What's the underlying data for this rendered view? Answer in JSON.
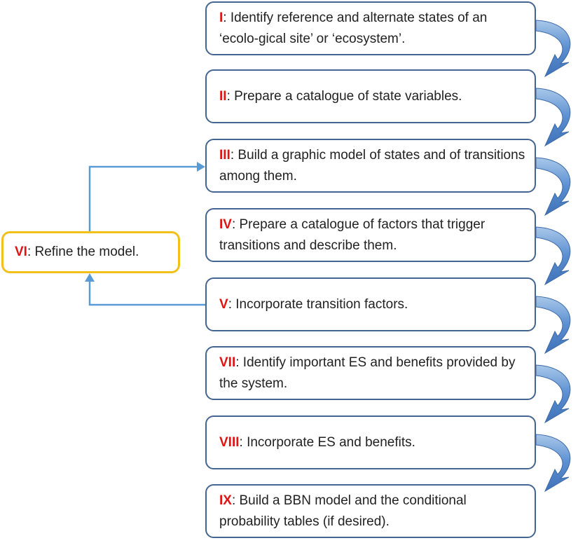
{
  "steps": [
    {
      "num": "I",
      "text": ": Identify reference and alternate states of an ‘ecolo-gical site’ or ‘ecosystem’."
    },
    {
      "num": "II",
      "text": ": Prepare a catalogue of state variables."
    },
    {
      "num": "III",
      "text": ": Build a graphic model of states and of transitions among them."
    },
    {
      "num": "IV",
      "text": ": Prepare a catalogue of factors that trigger transitions and describe them."
    },
    {
      "num": "V",
      "text": ": Incorporate transition  factors."
    },
    {
      "num": "VII",
      "text": ": Identify important ES and benefits provided by the system."
    },
    {
      "num": "VIII",
      "text": ": Incorporate ES and benefits."
    },
    {
      "num": "IX",
      "text": ": Build a BBN model and the conditional probability tables (if desired)."
    }
  ],
  "refine": {
    "num": "VI",
    "text": ": Refine the model."
  },
  "colors": {
    "box_border": "#44658f",
    "refine_border": "#f2c019",
    "numeral": "#e01414",
    "connector": "#5b9bd5"
  }
}
